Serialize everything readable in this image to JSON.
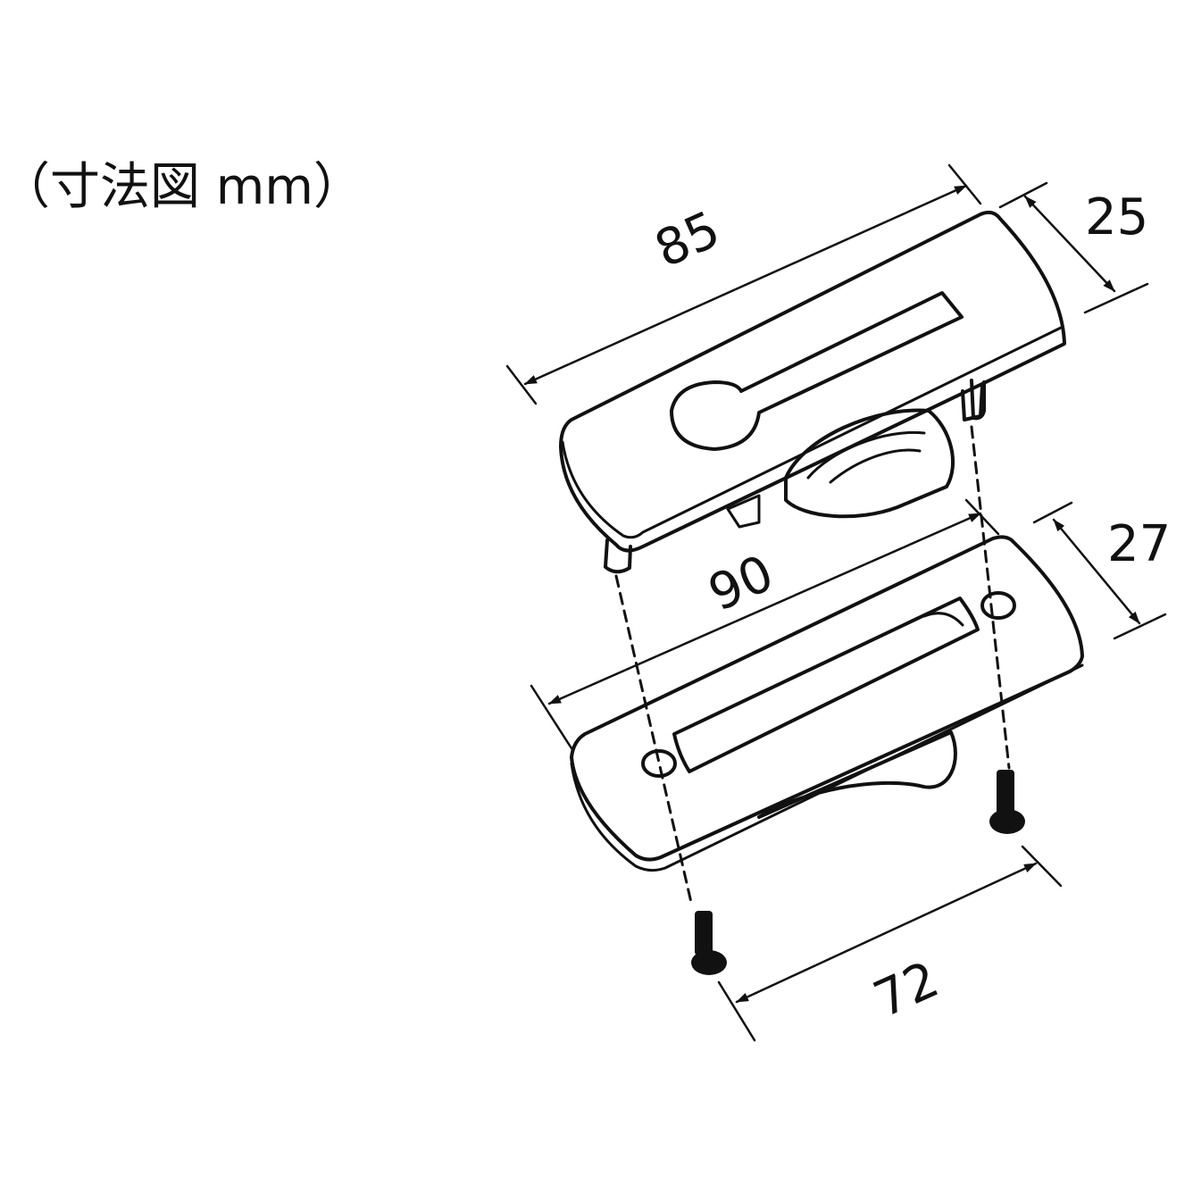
{
  "caption": "（寸法図 mm）",
  "dimensions": {
    "top_plate_length": "85",
    "top_plate_width": "25",
    "bottom_plate_length": "90",
    "bottom_plate_width": "27",
    "screw_pitch": "72"
  },
  "colors": {
    "line": "#111111",
    "background": "#ffffff"
  }
}
